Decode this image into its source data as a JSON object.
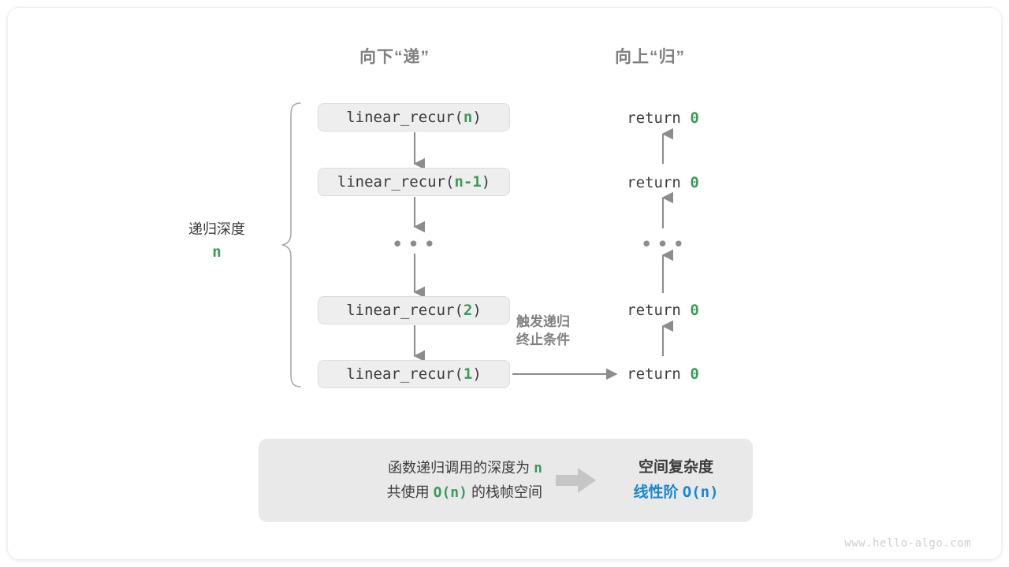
{
  "headings": {
    "descend": "向下“递”",
    "ascend": "向上“归”"
  },
  "depth_bracket": {
    "label": "递归深度",
    "value": "n"
  },
  "call_stack": [
    {
      "prefix": "linear_recur(",
      "arg": "n",
      "suffix": ")"
    },
    {
      "prefix": "linear_recur(",
      "arg": "n-1",
      "suffix": ")"
    },
    {
      "prefix": "linear_recur(",
      "arg": "2",
      "suffix": ")"
    },
    {
      "prefix": "linear_recur(",
      "arg": "1",
      "suffix": ")"
    }
  ],
  "ellipsis": "•••",
  "returns": [
    {
      "keyword": "return",
      "value": "0"
    },
    {
      "keyword": "return",
      "value": "0"
    },
    {
      "keyword": "return",
      "value": "0"
    },
    {
      "keyword": "return",
      "value": "0"
    }
  ],
  "trigger_note": {
    "line1": "触发递归",
    "line2": "终止条件"
  },
  "summary": {
    "line1_pre": "函数递归调用的深度为",
    "line1_value": "n",
    "line2_pre": "共使用",
    "line2_value": "O(n)",
    "line2_post": "的栈帧空间",
    "arrow_icon": "right-block-arrow-icon",
    "result_title": "空间复杂度",
    "result_label": "线性阶",
    "result_value": "O(n)"
  },
  "watermark": "www.hello-algo.com",
  "colors": {
    "green": "#3b9c5a",
    "blue": "#1a86cf",
    "gray_text": "#3c3c3c",
    "gray_muted": "#808080",
    "box_fill": "#eeeeee",
    "panel_fill": "#e9e9e9",
    "arrow": "#8c8c8c"
  }
}
